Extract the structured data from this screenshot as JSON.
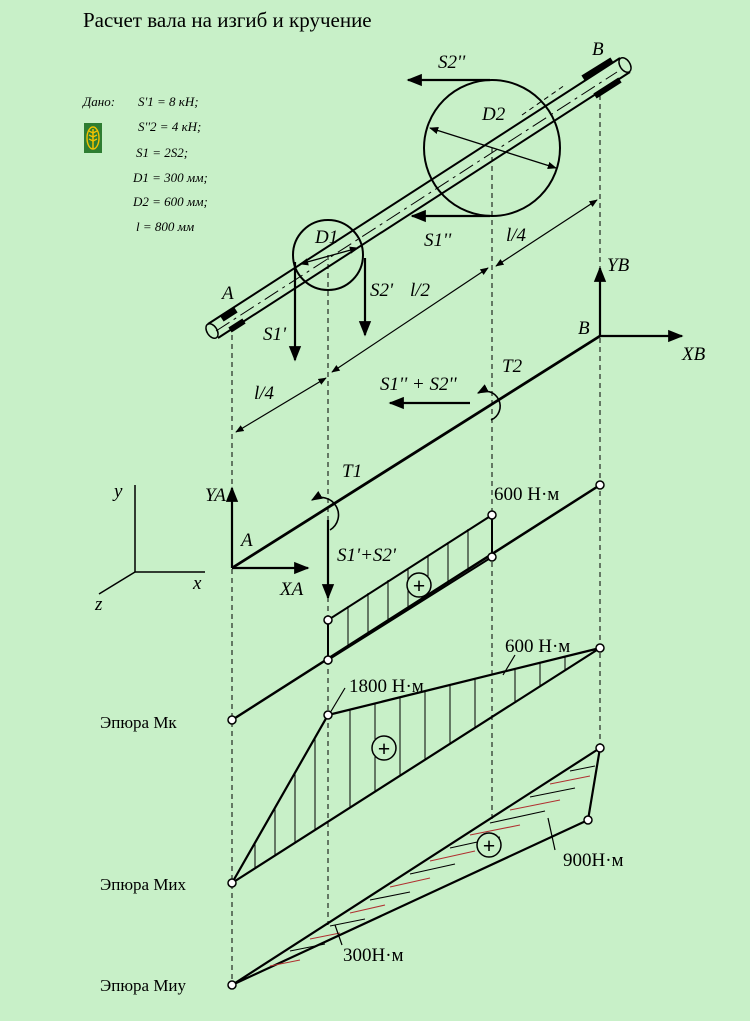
{
  "title": "Расчет вала на изгиб и кручение",
  "given": {
    "header": "Дано:",
    "lines": [
      "S'1 = 8 кН;",
      "S''2 = 4 кН;",
      "S1 = 2S2;",
      "D1 = 300 мм;",
      "D2 = 600 мм;",
      "l = 800 мм"
    ]
  },
  "labels": {
    "A": "A",
    "B": "B",
    "D1": "D1",
    "D2": "D2",
    "S2pp": "S2''",
    "S1pp": "S1''",
    "S1p": "S1'",
    "S2p": "S2'",
    "l4a": "l/4",
    "l2": "l/2",
    "l4b": "l/4",
    "YB": "YB",
    "XB": "XB",
    "T2": "T2",
    "T1": "T1",
    "S1S2pp": "S1'' + S2''",
    "S1S2p": "S1'+S2'",
    "YA": "YA",
    "XA": "XA",
    "ax_y": "y",
    "ax_x": "x",
    "ax_z": "z"
  },
  "values": {
    "t600a": "600 Н·м",
    "t600b": "600 Н·м",
    "m1800": "1800 Н·м",
    "m900": "900Н·м",
    "m300": "300Н·м",
    "plus": "+"
  },
  "diagrams": {
    "mk": "Эпюра Mк",
    "mix": "Эпюра Mих",
    "miy": "Эпюра Mиу"
  },
  "colors": {
    "background": "#c8f0c8",
    "ink": "#000000",
    "hatch_red": "#b03030"
  }
}
